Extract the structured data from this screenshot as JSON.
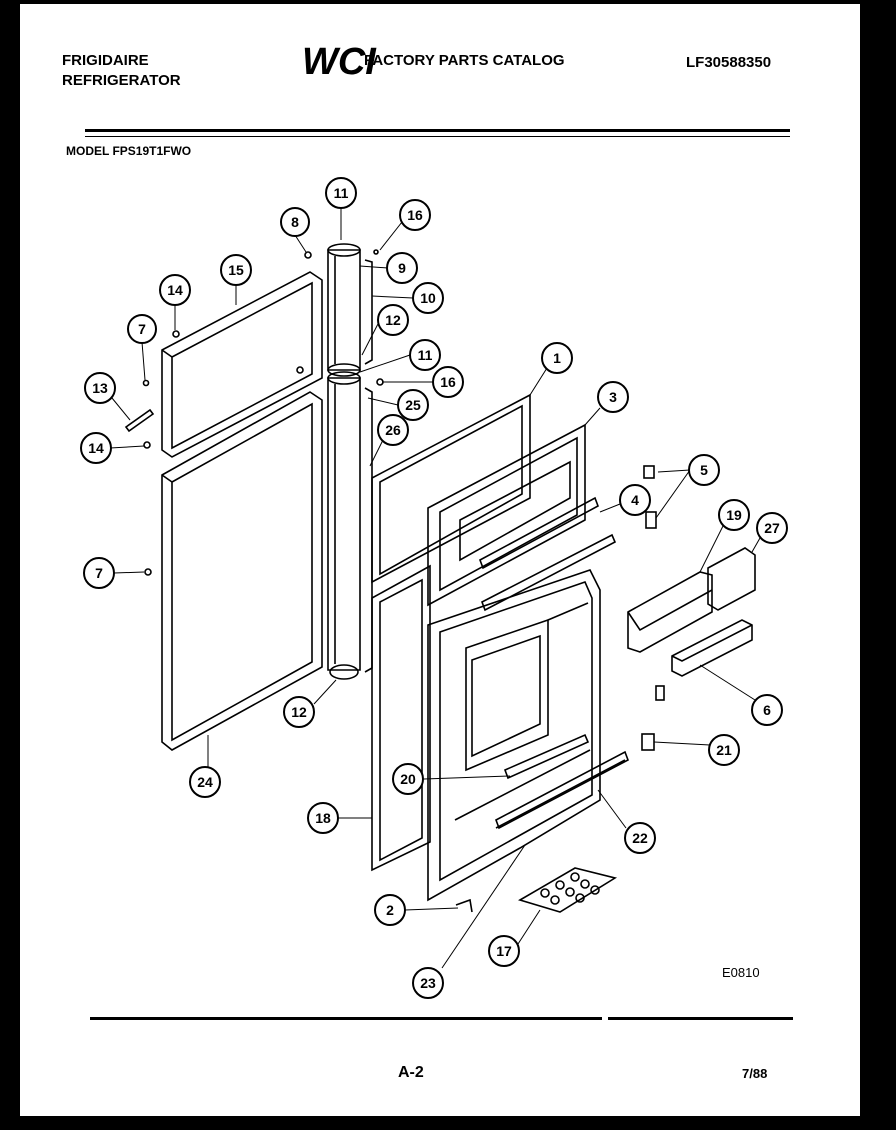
{
  "header": {
    "brand_line1": "FRIGIDAIRE",
    "brand_line2": "REFRIGERATOR",
    "logo_text": "WCI",
    "catalog_title": "FACTORY PARTS CATALOG",
    "doc_number": "LF30588350",
    "model_label": "MODEL FPS19T1FWO"
  },
  "footer": {
    "drawing_code": "E0810",
    "page": "A-2",
    "date": "7/88"
  },
  "callouts": [
    {
      "id": "c11a",
      "label": "11"
    },
    {
      "id": "c16a",
      "label": "16"
    },
    {
      "id": "c8",
      "label": "8"
    },
    {
      "id": "c9",
      "label": "9"
    },
    {
      "id": "c15",
      "label": "15"
    },
    {
      "id": "c10",
      "label": "10"
    },
    {
      "id": "c14a",
      "label": "14"
    },
    {
      "id": "c12a",
      "label": "12"
    },
    {
      "id": "c7a",
      "label": "7"
    },
    {
      "id": "c11b",
      "label": "11"
    },
    {
      "id": "c1",
      "label": "1"
    },
    {
      "id": "c16b",
      "label": "16"
    },
    {
      "id": "c13",
      "label": "13"
    },
    {
      "id": "c25",
      "label": "25"
    },
    {
      "id": "c3",
      "label": "3"
    },
    {
      "id": "c26",
      "label": "26"
    },
    {
      "id": "c14b",
      "label": "14"
    },
    {
      "id": "c5",
      "label": "5"
    },
    {
      "id": "c4",
      "label": "4"
    },
    {
      "id": "c19",
      "label": "19"
    },
    {
      "id": "c27",
      "label": "27"
    },
    {
      "id": "c7b",
      "label": "7"
    },
    {
      "id": "c12b",
      "label": "12"
    },
    {
      "id": "c6",
      "label": "6"
    },
    {
      "id": "c21",
      "label": "21"
    },
    {
      "id": "c24",
      "label": "24"
    },
    {
      "id": "c20",
      "label": "20"
    },
    {
      "id": "c18",
      "label": "18"
    },
    {
      "id": "c22",
      "label": "22"
    },
    {
      "id": "c2",
      "label": "2"
    },
    {
      "id": "c17",
      "label": "17"
    },
    {
      "id": "c23",
      "label": "23"
    }
  ]
}
